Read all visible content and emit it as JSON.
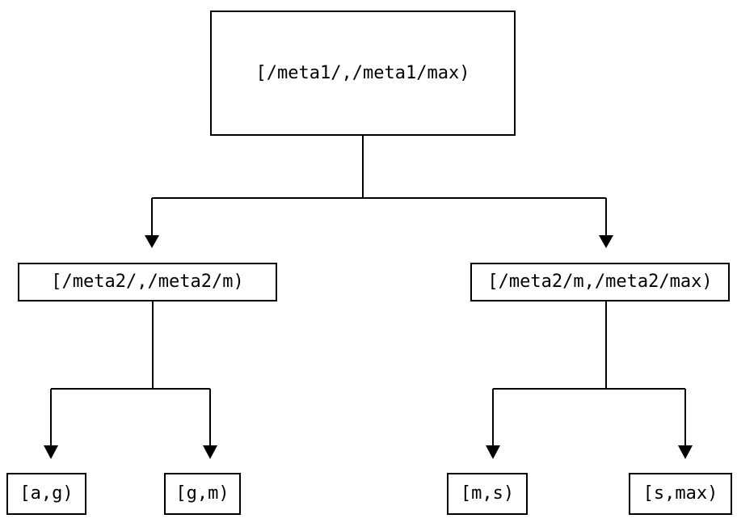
{
  "diagram": {
    "type": "tree",
    "description": "key-range partition tree",
    "root": {
      "label": "[/meta1/,/meta1/max)",
      "children": [
        {
          "label": "[/meta2/,/meta2/m)",
          "children": [
            {
              "label": "[a,g)"
            },
            {
              "label": "[g,m)"
            }
          ]
        },
        {
          "label": "[/meta2/m,/meta2/max)",
          "children": [
            {
              "label": "[m,s)"
            },
            {
              "label": "[s,max)"
            }
          ]
        }
      ]
    },
    "icons": {
      "arrowhead": "▼"
    },
    "colors": {
      "background": "#ffffff",
      "node_fill": "#ffffff",
      "node_border": "#000000",
      "line": "#000000",
      "text": "#000000"
    }
  }
}
